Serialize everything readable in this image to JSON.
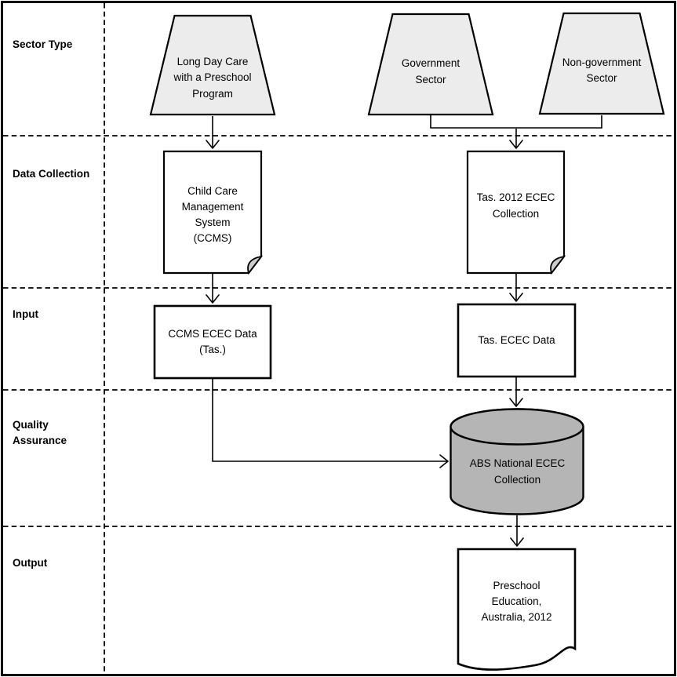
{
  "diagram": {
    "type": "flowchart",
    "row_labels": [
      "Sector Type",
      "Data Collection",
      "Input",
      "Quality Assurance",
      "Output"
    ],
    "nodes": {
      "long_day_care": {
        "shape": "trapezoid",
        "label": "Long Day Care\nwith a Preschool\nProgram"
      },
      "government": {
        "shape": "trapezoid",
        "label": "Government\nSector"
      },
      "non_government": {
        "shape": "trapezoid",
        "label": "Non-government\nSector"
      },
      "ccms": {
        "shape": "document",
        "label": "Child Care\nManagement\nSystem\n(CCMS)"
      },
      "tas_2012_collection": {
        "shape": "document",
        "label": "Tas. 2012 ECEC\nCollection"
      },
      "ccms_ecec_data": {
        "shape": "rectangle",
        "label": "CCMS ECEC Data\n(Tas.)"
      },
      "tas_ecec_data": {
        "shape": "rectangle",
        "label": "Tas. ECEC Data"
      },
      "abs_national_collection": {
        "shape": "cylinder",
        "label": "ABS National ECEC\nCollection"
      },
      "preschool_education": {
        "shape": "document-wavy",
        "label": "Preschool\nEducation,\nAustralia, 2012"
      }
    },
    "edges": [
      {
        "from": "long_day_care",
        "to": "ccms"
      },
      {
        "from": "government",
        "to": "tas_2012_collection"
      },
      {
        "from": "non_government",
        "to": "tas_2012_collection"
      },
      {
        "from": "ccms",
        "to": "ccms_ecec_data"
      },
      {
        "from": "tas_2012_collection",
        "to": "tas_ecec_data"
      },
      {
        "from": "ccms_ecec_data",
        "to": "abs_national_collection"
      },
      {
        "from": "tas_ecec_data",
        "to": "abs_national_collection"
      },
      {
        "from": "abs_national_collection",
        "to": "preschool_education"
      }
    ],
    "colors": {
      "trapezoid_fill": "#ececec",
      "shape_fill": "#ffffff",
      "cylinder_fill": "#b5b5b5",
      "fold_fill": "#cccccc",
      "line": "#000000"
    }
  }
}
